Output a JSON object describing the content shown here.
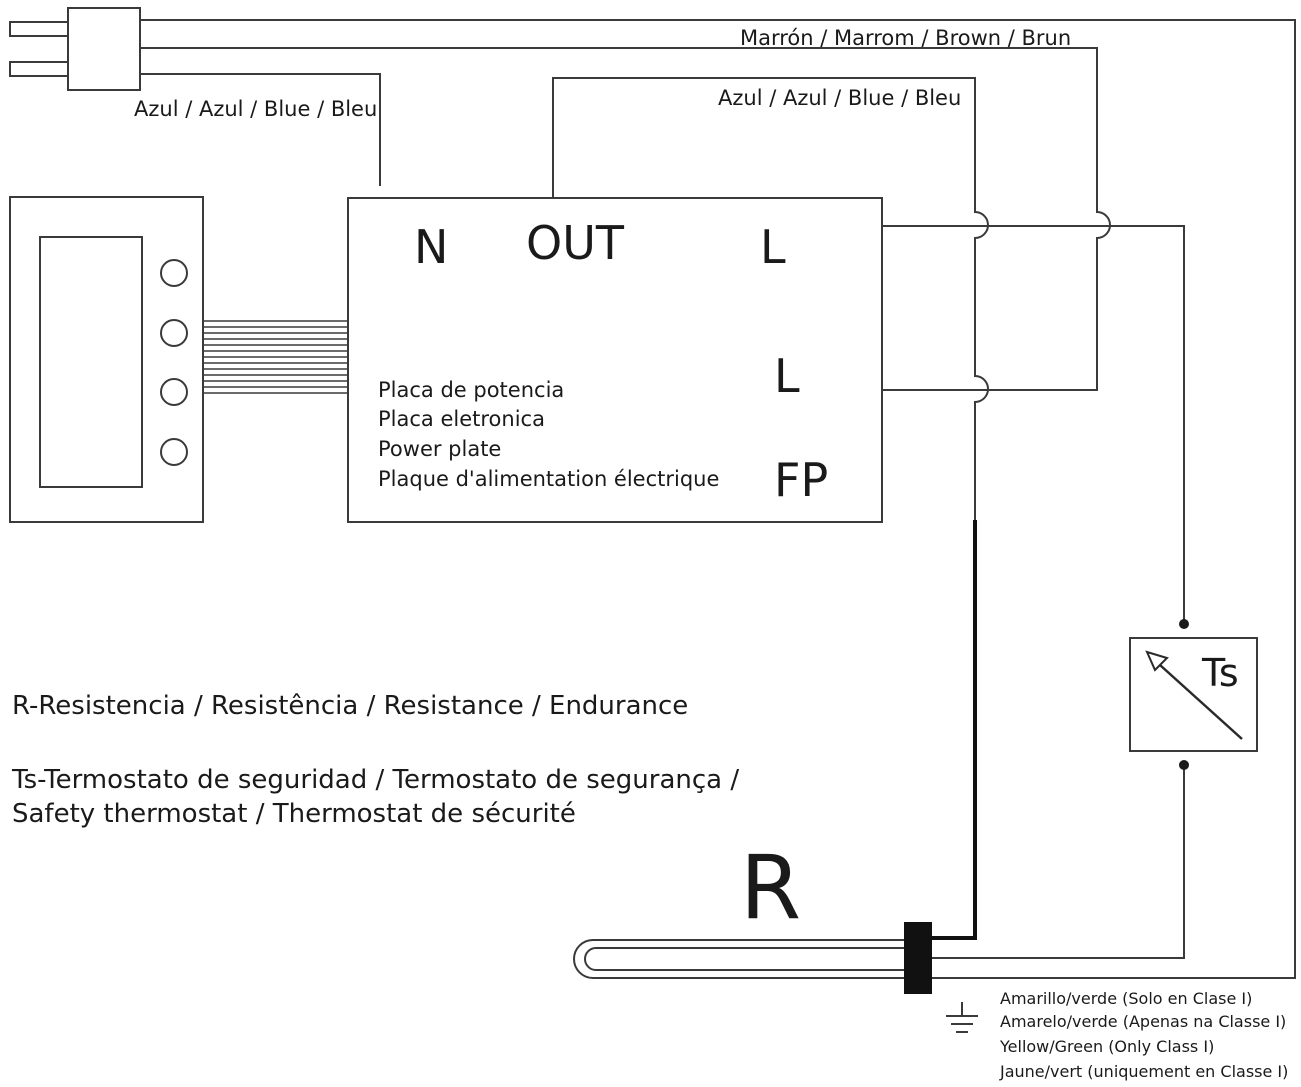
{
  "wires": {
    "brown_label": "Marrón / Marrom / Brown / Brun",
    "blue_plug_label": "Azul / Azul / Blue / Bleu",
    "blue_out_label": "Azul / Azul / Blue / Bleu"
  },
  "power_board": {
    "terminal_n": "N",
    "terminal_out": "OUT",
    "terminal_l_top": "L",
    "terminal_l_bottom": "L",
    "terminal_fp": "FP",
    "label_lines": [
      "Placa de potencia",
      "Placa eletronica",
      "Power plate",
      "Plaque d'alimentation électrique"
    ]
  },
  "thermostat": {
    "symbol": "Ts"
  },
  "resistor": {
    "symbol": "R"
  },
  "legend": {
    "resistance": "R-Resistencia / Resistência / Resistance / Endurance",
    "thermostat_line1": "Ts-Termostato de seguridad / Termostato de segurança /",
    "thermostat_line2": "Safety thermostat / Thermostat de sécurité"
  },
  "ground": {
    "lines": [
      "Amarillo/verde (Solo en Clase I)",
      "Amarelo/verde (Apenas na Classe I)",
      "Yellow/Green (Only Class I)",
      "Jaune/vert (uniquement en Classe I)"
    ]
  }
}
